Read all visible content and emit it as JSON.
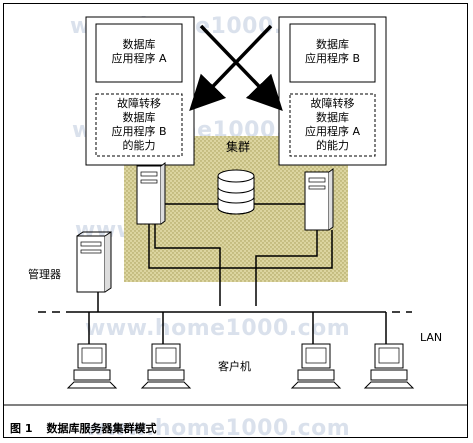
{
  "watermark": "www.home1000.com",
  "server_a": {
    "app_label": "数据库\n应用程序 A",
    "failover_label": "故障转移\n数据库\n应用程序 B\n的能力"
  },
  "server_b": {
    "app_label": "数据库\n应用程序 B",
    "failover_label": "故障转移\n数据库\n应用程序 A\n的能力"
  },
  "cluster_label": "集群",
  "manager_label": "管理器",
  "lan_label": "LAN",
  "clients_label": "客户机",
  "caption": {
    "figure_no": "图 1",
    "title": "数据库服务器集群模式"
  },
  "colors": {
    "cluster_fill": "#d9d29a",
    "cluster_dots": "#a9a05a",
    "watermark": "#b4c3d9"
  }
}
